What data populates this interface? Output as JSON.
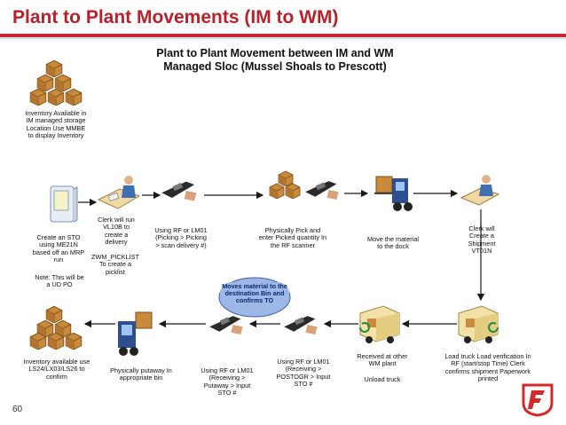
{
  "slide": {
    "title": "Plant to Plant Movements (IM to WM)",
    "page_number": "60"
  },
  "diagram": {
    "heading": "Plant to Plant Movement between IM and WM Managed Sloc (Mussel Shoals to Prescott)",
    "labels": {
      "inventory_available": "Inventory Available in IM managed storage Location Use MMBE to display Inventory",
      "create_sto": "Create an STO using ME21N based off an MRP run",
      "note_ud_po": "Note: This will be a UD PO",
      "clerk_vl10b": "Clerk will run VL10B to create a delivery",
      "zwm_picklist": "ZWM_PICKLIST To create a picklist",
      "rf_lm01_picking": "Using RF or LM01 (Picking > Picking > scan delivery #)",
      "physically_pick": "Physically Pick and enter Picked quantity In the RF scanner",
      "move_material": "Move the material to the dock",
      "clerk_vt01n": "Clerk will Create a Shipment VT01N",
      "load_truck": "Load truck Load verification In RF (start/stop Time) Clerk confirms shipment Paperwork printed",
      "received": "Received at other WM plant",
      "unload_truck": "Unload truck",
      "rf_lm01_postogr": "Using RF or LM01 (Receiving > POSTOGR > Input STO #",
      "moves_material": "Moves material to the destination Bin and confirms TO",
      "rf_lm01_putaway": "Using RF or LM01 (Receiving > Putaway > Input STO #",
      "physically_putaway": "Physically putaway In appropriate bin",
      "inventory_available_use": "Inventory available use LS24/LX03/LS26 to confirm"
    }
  },
  "icons": [
    "boxes-icon",
    "computer-icon",
    "clerk-desk-icon",
    "rf-scanner-icon",
    "forklift-icon",
    "truck-icon",
    "firestone-logo-icon"
  ],
  "colors": {
    "title": "#b8202a",
    "rule": "#c9252f",
    "arrow": "#1a1a1a",
    "box": "#c98a3c",
    "cloud": "#9db7e6"
  }
}
